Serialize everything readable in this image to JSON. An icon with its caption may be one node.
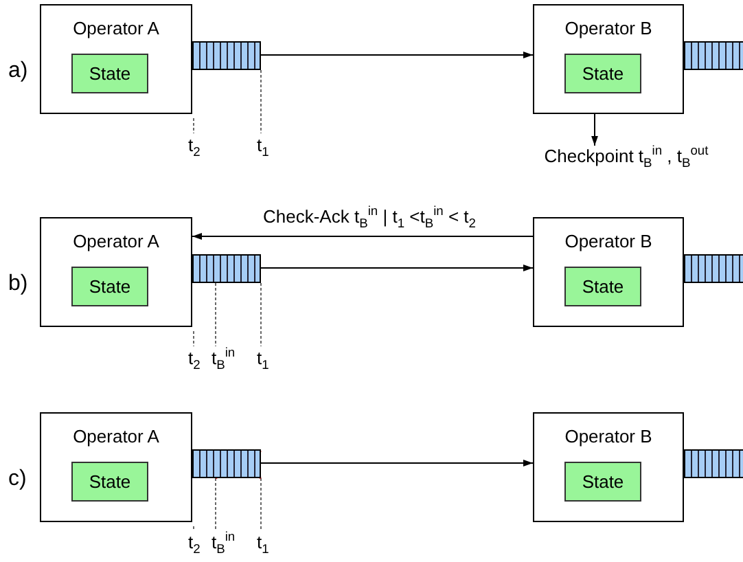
{
  "diagram": {
    "nodes": [
      {
        "text": [
          "Operator A"
        ]
      },
      {
        "text": [
          "State"
        ],
        "in": 0
      },
      {
        "text": [],
        "shape": "bar",
        "beside": [
          "t$_{2}$",
          "t$_{1}$"
        ]
      },
      {
        "text": [
          "Operator B"
        ]
      },
      {
        "text": [
          "State"
        ],
        "in": 3
      },
      {
        "text": [],
        "shape": "bar"
      },
      {
        "text": [
          "Checkpoint t$_{B}$$^{in}$ , t$_{B}$$^{out}$"
        ]
      },
      {
        "text": [
          "Operator A"
        ]
      },
      {
        "text": [
          "State"
        ],
        "in": 7
      },
      {
        "text": [],
        "shape": "bar",
        "beside": [
          "t$_{2}$",
          "t$_{B}$$^{in}$",
          "t$_{1}$"
        ]
      },
      {
        "text": [
          "Operator B"
        ]
      },
      {
        "text": [
          "State"
        ],
        "in": 10
      },
      {
        "text": [],
        "shape": "bar"
      },
      {
        "text": [
          "Operator A"
        ]
      },
      {
        "text": [
          "State"
        ],
        "in": 13
      },
      {
        "text": [],
        "shape": "bar",
        "beside": [
          "t$_{2}$",
          "t$_{B}$$^{in}$",
          "t$_{1}$"
        ]
      },
      {
        "text": [
          "Operator B"
        ]
      },
      {
        "text": [
          "State"
        ],
        "in": 16
      },
      {
        "text": [],
        "shape": "bar"
      }
    ],
    "edges": [
      {
        "from": 2,
        "to": 3,
        "arrow": "to"
      },
      {
        "from": 3,
        "to": 6,
        "arrow": "to"
      },
      {
        "from": 10,
        "to": 7,
        "arrow": "to",
        "label": "Check-Ack t$_{B}$$^{in}$ | t$_{1}$ <t$_{B}$$^{in}$ < t$_{2}$"
      },
      {
        "from": 9,
        "to": 10,
        "arrow": "to"
      },
      {
        "from": 15,
        "to": 16,
        "arrow": "to"
      }
    ],
    "labels": [
      "a)",
      "b)",
      "c)"
    ]
  }
}
